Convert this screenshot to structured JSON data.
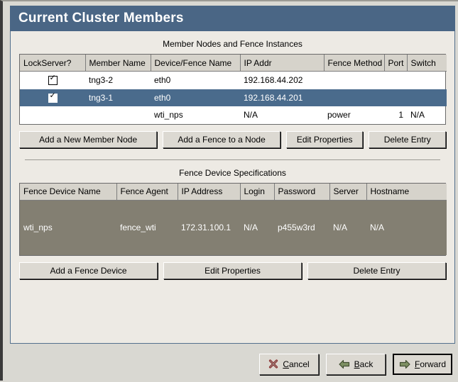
{
  "window": {
    "title": "Current Cluster Members"
  },
  "members_section": {
    "heading": "Member Nodes and Fence Instances",
    "columns": [
      "LockServer?",
      "Member Name",
      "Device/Fence Name",
      "IP Addr",
      "Fence Method",
      "Port",
      "Switch"
    ],
    "rows": [
      {
        "lockserver": "checked",
        "member_name": "tng3-2",
        "device_fence_name": "eth0",
        "ip_addr": "192.168.44.202",
        "fence_method": "",
        "port": "",
        "switch": "",
        "selected": false
      },
      {
        "lockserver": "checked",
        "member_name": "tng3-1",
        "device_fence_name": "eth0",
        "ip_addr": "192.168.44.201",
        "fence_method": "",
        "port": "",
        "switch": "",
        "selected": true
      },
      {
        "lockserver": "",
        "member_name": "",
        "device_fence_name": "wti_nps",
        "ip_addr": "N/A",
        "fence_method": "power",
        "port": "1",
        "switch": "N/A",
        "selected": false
      }
    ],
    "buttons": [
      "Add a New Member Node",
      "Add a Fence to a Node",
      "Edit Properties",
      "Delete Entry"
    ]
  },
  "fence_section": {
    "heading": "Fence Device Specifications",
    "columns": [
      "Fence Device Name",
      "Fence Agent",
      "IP Address",
      "Login",
      "Password",
      "Server",
      "Hostname"
    ],
    "rows": [
      {
        "fence_device_name": "wti_nps",
        "fence_agent": "fence_wti",
        "ip_address": "172.31.100.1",
        "login": "N/A",
        "password": "p455w3rd",
        "server": "N/A",
        "hostname": "N/A",
        "selected": true
      }
    ],
    "buttons": [
      "Add a Fence Device",
      "Edit Properties",
      "Delete Entry"
    ]
  },
  "navigation": {
    "cancel": {
      "label_pre": "",
      "label_mnemonic": "C",
      "label_post": "ancel",
      "icon": "cancel-x-icon"
    },
    "back": {
      "label_pre": "",
      "label_mnemonic": "B",
      "label_post": "ack",
      "icon": "arrow-left-icon"
    },
    "forward": {
      "label_pre": "",
      "label_mnemonic": "F",
      "label_post": "orward",
      "icon": "arrow-right-icon"
    }
  },
  "colors": {
    "titlebar": "#4a6685",
    "row_selected_blue": "#4a6b8c",
    "row_selected_gray": "#837f72",
    "panel_bg": "#edeae4",
    "window_bg": "#d9d8d2",
    "arrow_green": "#7d8f63",
    "cancel_red": "#8c2b2b"
  },
  "glyphs": {
    "check": "✓"
  }
}
